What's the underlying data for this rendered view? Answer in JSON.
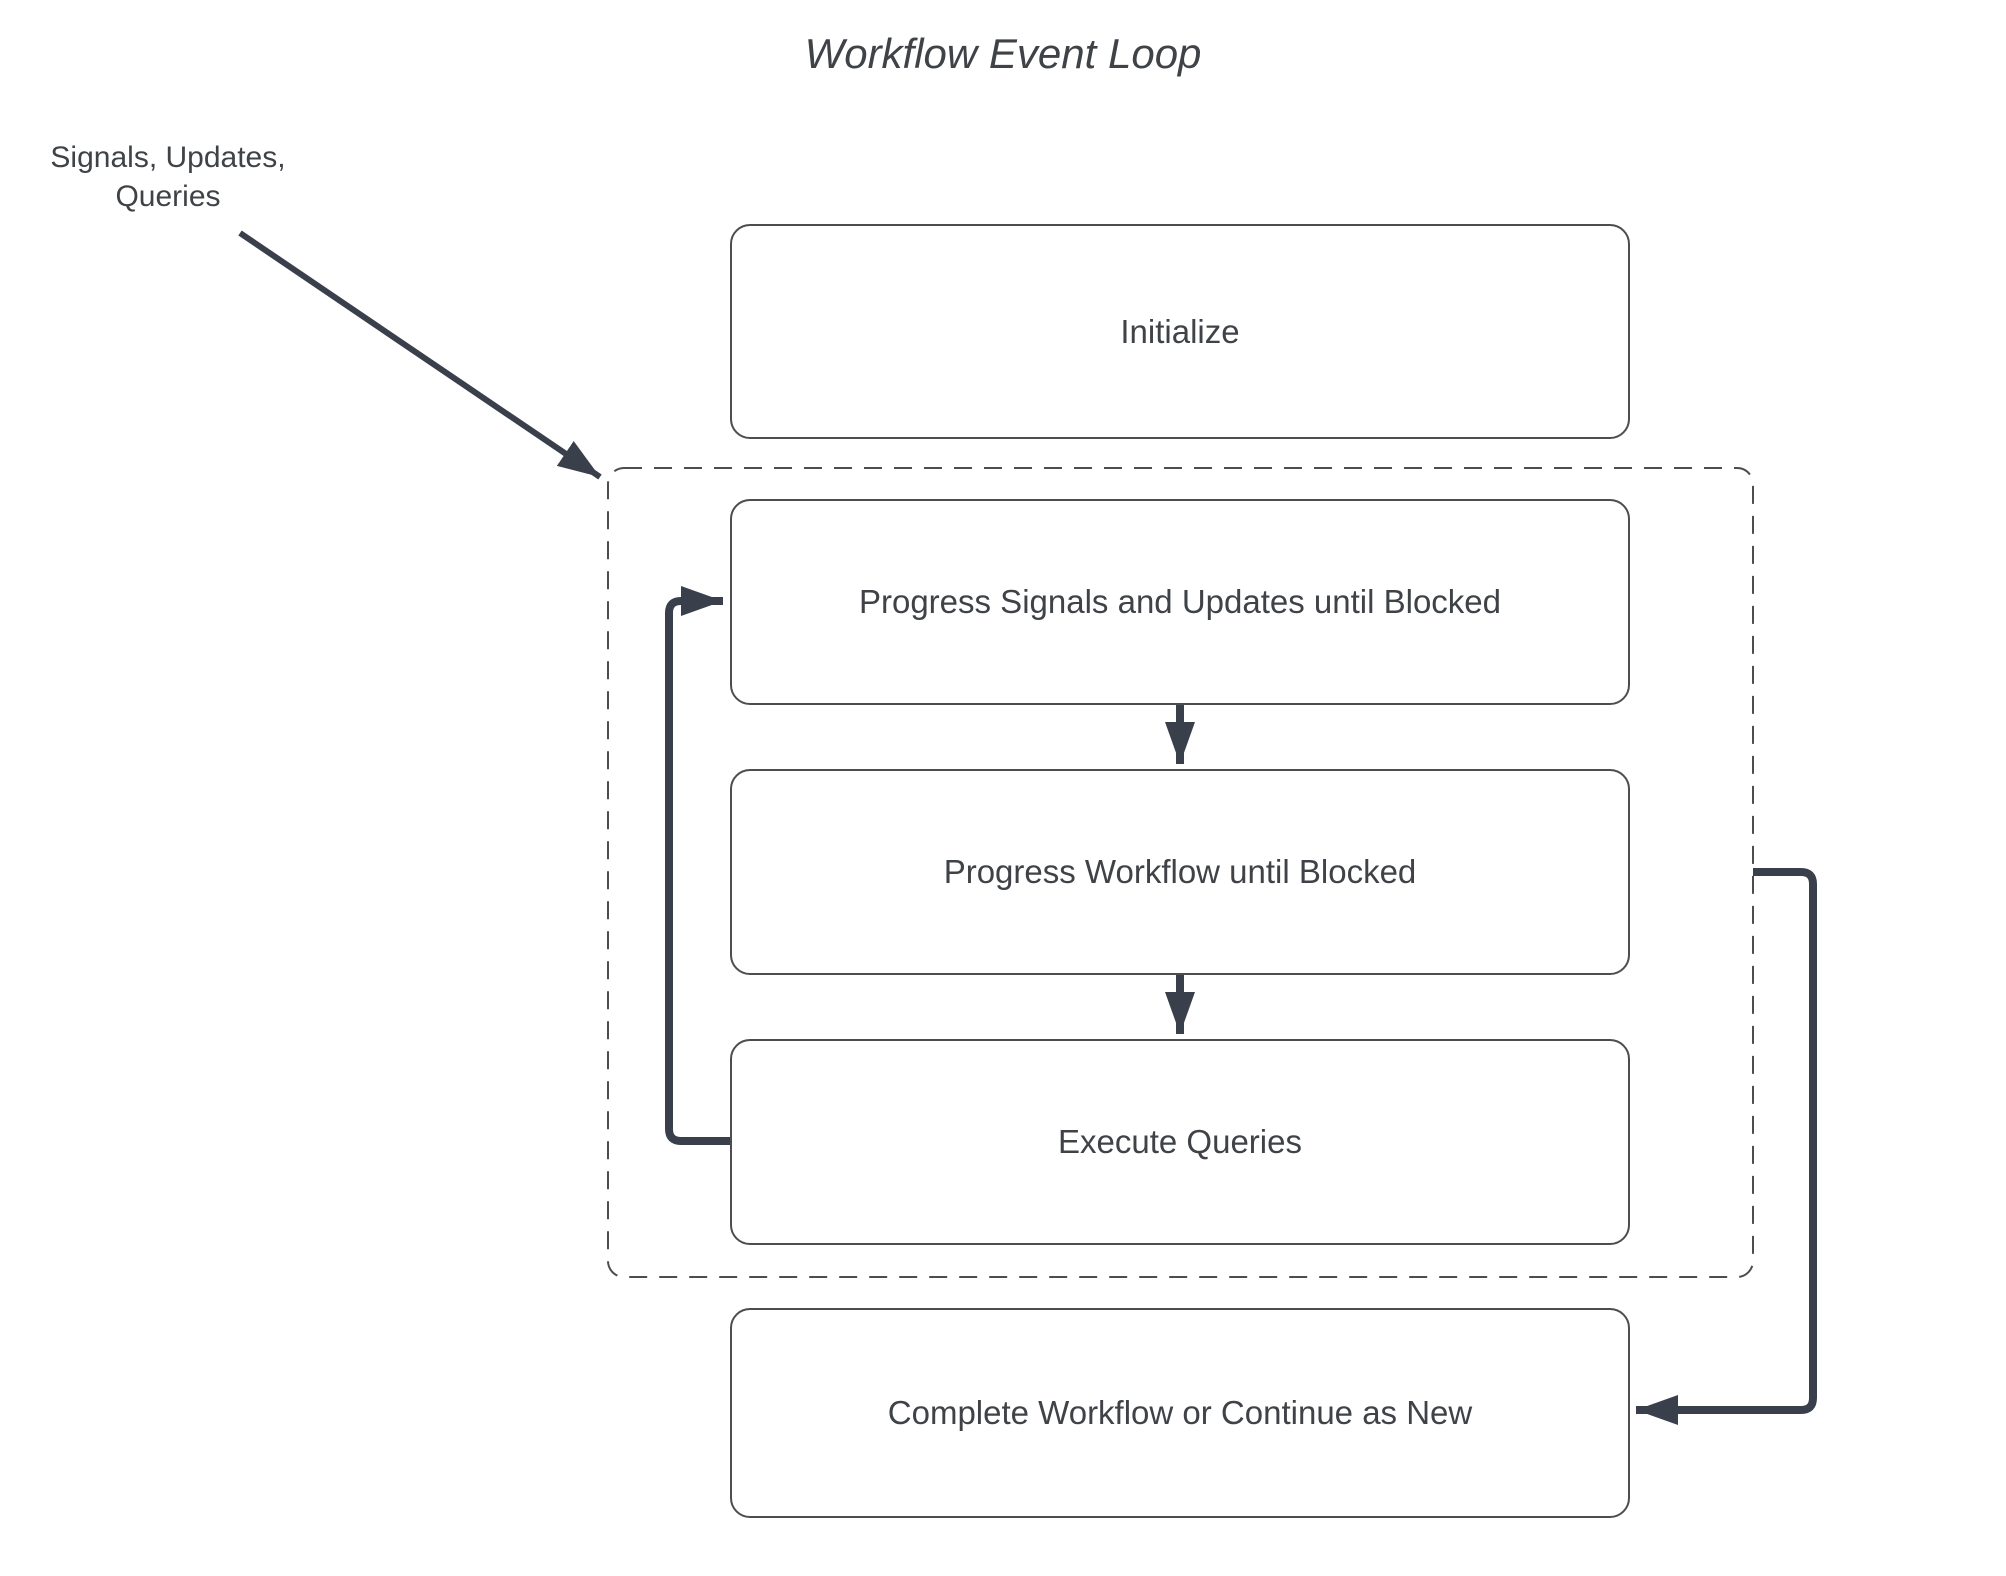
{
  "title": "Workflow Event Loop",
  "annotation": {
    "label": "Signals, Updates,\nQueries"
  },
  "nodes": {
    "initialize": {
      "label": "Initialize"
    },
    "progress_signals": {
      "label": "Progress Signals and Updates until Blocked"
    },
    "progress_workflow": {
      "label": "Progress Workflow until Blocked"
    },
    "execute_queries": {
      "label": "Execute Queries"
    },
    "complete": {
      "label": "Complete Workflow or Continue as New"
    }
  },
  "edges": [
    {
      "from": "signals-updates-queries-annotation",
      "to": "event-loop-group",
      "style": "thin-arrow"
    },
    {
      "from": "progress_signals",
      "to": "progress_workflow",
      "style": "thick-arrow"
    },
    {
      "from": "progress_workflow",
      "to": "execute_queries",
      "style": "thick-arrow"
    },
    {
      "from": "execute_queries",
      "to": "progress_signals",
      "style": "thick-loop-back"
    },
    {
      "from": "event-loop-group",
      "to": "complete",
      "style": "thick-arrow"
    }
  ],
  "theme": {
    "line": "#3a404b",
    "border": "#4b4d50",
    "text": "#3f4347",
    "canvas": "#ffffff"
  }
}
